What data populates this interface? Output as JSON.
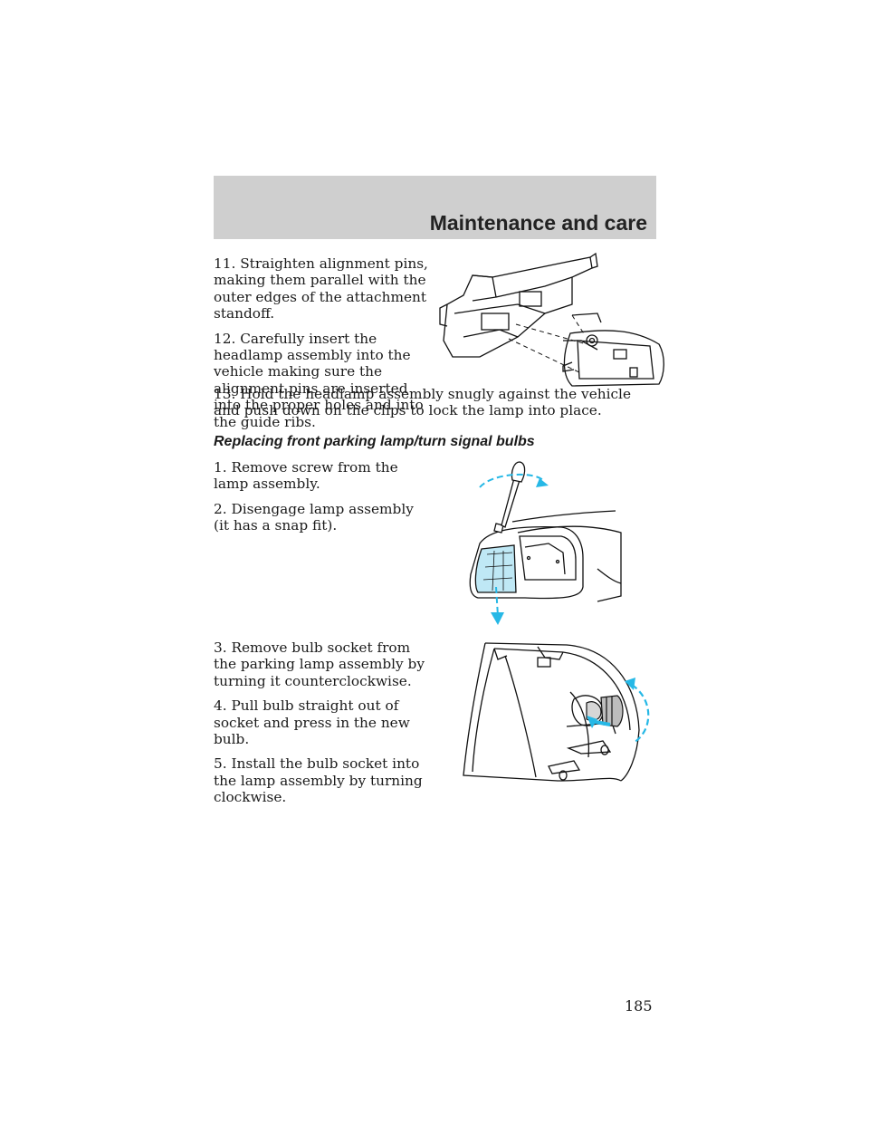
{
  "header": {
    "section_title": "Maintenance and care"
  },
  "headlamp_steps": {
    "step11": "11. Straighten alignment pins, making them parallel with the outer edges of the attachment standoff.",
    "step12": "12. Carefully insert the headlamp assembly into the vehicle making sure the alignment pins are inserted into the proper holes and into the guide ribs.",
    "step13": "13. Hold the headlamp assembly snugly against the vehicle and push down on the clips to lock the lamp into place."
  },
  "parking_lamp": {
    "heading": "Replacing front parking lamp/turn signal bulbs",
    "step1": "1. Remove screw from the lamp assembly.",
    "step2": "2. Disengage lamp assembly (it has a snap fit).",
    "step3": "3. Remove bulb socket from the parking lamp assembly by turning it counterclockwise.",
    "step4": "4. Pull bulb straight out of socket and press in the new bulb.",
    "step5": "5. Install the bulb socket into the lamp assembly by turning clockwise."
  },
  "footer": {
    "page_number": "185"
  },
  "colors": {
    "header_band": "#cfcfcf",
    "arrow_accent": "#26b8e6"
  }
}
